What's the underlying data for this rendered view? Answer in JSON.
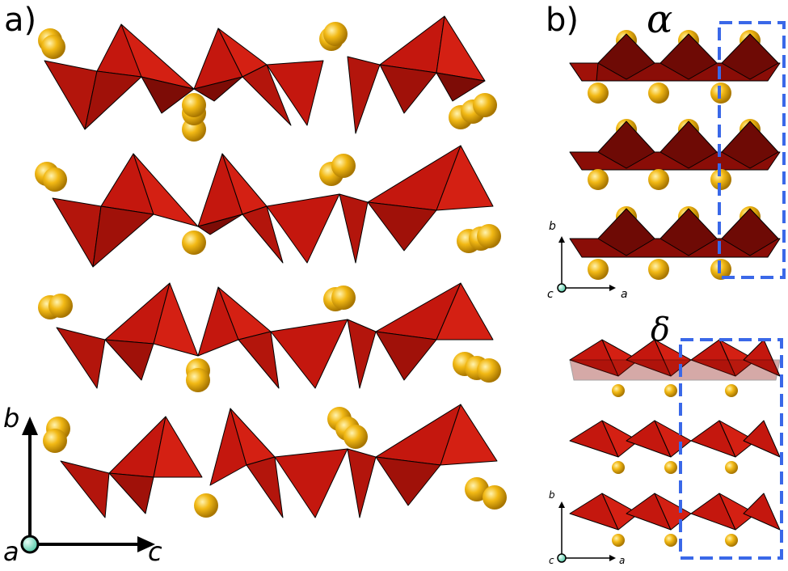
{
  "panel_a": {
    "label": "a)",
    "axis": {
      "up": "b",
      "right": "c",
      "origin": "a"
    }
  },
  "panel_b": {
    "label": "b)",
    "alpha": {
      "symbol": "α",
      "axis": {
        "up": "b",
        "right": "a",
        "origin": "c"
      }
    },
    "delta": {
      "symbol": "δ",
      "axis": {
        "up": "b",
        "right": "a",
        "origin": "c"
      }
    }
  },
  "colors": {
    "polyhedron": "#c4170e",
    "polyhedron_dark": "#7d0c06",
    "atom": "#f2b915",
    "unit_cell": "#3a68e8",
    "axis_origin": "#7fe3c8"
  }
}
